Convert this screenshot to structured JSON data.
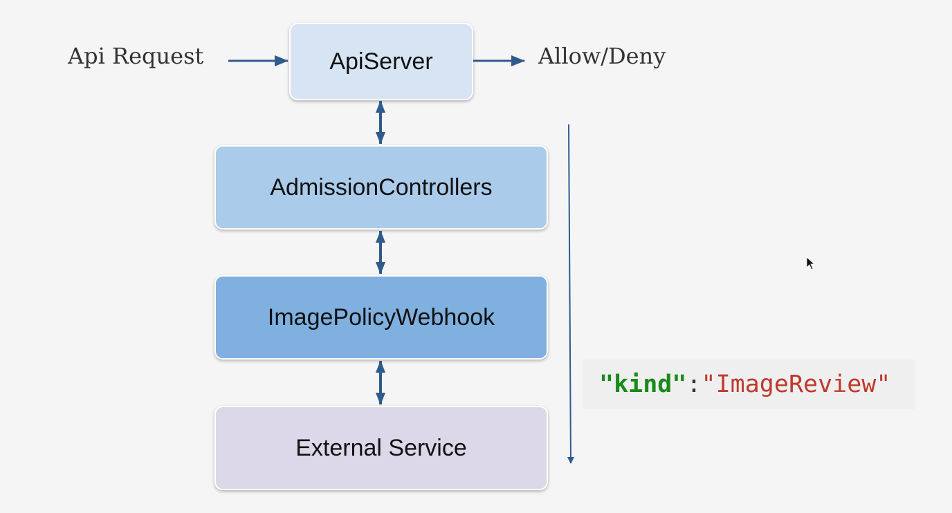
{
  "labels": {
    "input": "Api Request",
    "output": "Allow/Deny"
  },
  "boxes": {
    "apiserver": "ApiServer",
    "admission": "AdmissionControllers",
    "webhook": "ImagePolicyWebhook",
    "external": "External Service"
  },
  "code": {
    "key": "\"kind\"",
    "separator": ":",
    "value": "\"ImageReview\""
  },
  "colors": {
    "apiserver_fill": "#d7e4f3",
    "admission_fill": "#aacbea",
    "webhook_fill": "#7fb0e0",
    "external_fill": "#dcd8e9",
    "arrow": "#2f5b8c",
    "code_key": "#1a8a1a",
    "code_value": "#c0392b",
    "code_separator": "#333333"
  }
}
